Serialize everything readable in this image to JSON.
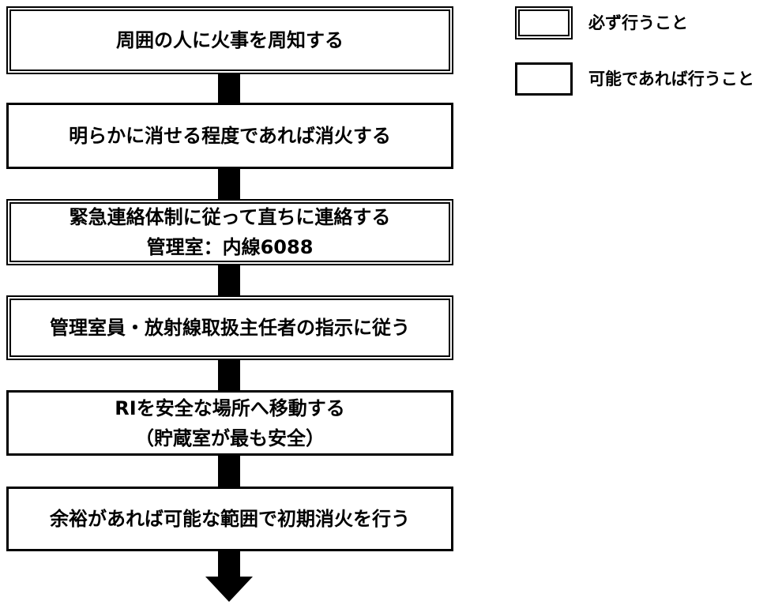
{
  "flowchart": {
    "steps": [
      {
        "lines": [
          "周囲の人に火事を周知する"
        ],
        "requirement": "必須"
      },
      {
        "lines": [
          "明らかに消せる程度であれば消火する"
        ],
        "requirement": "可能"
      },
      {
        "lines": [
          "緊急連絡体制に従って直ちに連絡する",
          "管理室：内線6088"
        ],
        "requirement": "必須"
      },
      {
        "lines": [
          "管理室員・放射線取扱主任者の指示に従う"
        ],
        "requirement": "必須"
      },
      {
        "lines": [
          "RIを安全な場所へ移動する",
          "（貯蔵室が最も安全）"
        ],
        "requirement": "可能"
      },
      {
        "lines": [
          "余裕があれば可能な範囲で初期消火を行う"
        ],
        "requirement": "可能"
      }
    ]
  },
  "legend": {
    "items": [
      {
        "style": "double-border",
        "label": "必ず行うこと"
      },
      {
        "style": "single-border",
        "label": "可能であれば行うこと"
      }
    ]
  }
}
